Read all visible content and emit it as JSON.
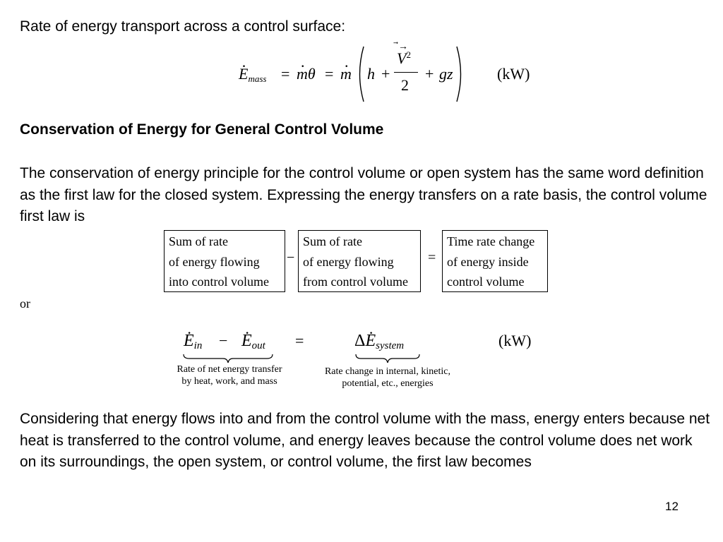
{
  "slide": {
    "line1": "Rate of energy transport across a control surface:",
    "eq1": {
      "E": "E",
      "E_sub": "mass",
      "eq": "=",
      "m": "m",
      "theta": "θ",
      "h": "h",
      "plus1": "+",
      "V": "V",
      "V_exp": "2",
      "two": "2",
      "plus2": "+",
      "gz": "gz",
      "unit": "(kW)"
    },
    "heading": "Conservation of Energy for General Control Volume",
    "paragraph1": "The conservation of energy principle for the control volume or open system has the same word definition as the first law for the closed system.  Expressing the energy transfers on a rate basis, the control volume first law is",
    "word_eq": {
      "b1": [
        "Sum of rate",
        "of energy flowing",
        "into control volume"
      ],
      "minus": "−",
      "b2": [
        "Sum of rate",
        "of energy flowing",
        "from control volume"
      ],
      "equals": "=",
      "b3": [
        "Time rate change",
        "of energy inside",
        "control volume"
      ]
    },
    "or": "or",
    "eq2": {
      "E_in": "E",
      "in_sub": "in",
      "minus": "−",
      "E_out": "E",
      "out_sub": "out",
      "equals": "=",
      "delta": "Δ",
      "E_sys": "E",
      "sys_sub": "system",
      "unit": "(kW)",
      "note_left_1": "Rate of net energy transfer",
      "note_left_2": "by heat, work, and mass",
      "note_right_1": "Rate change in internal, kinetic,",
      "note_right_2": "potential, etc., energies"
    },
    "paragraph2": "Considering that energy flows into and from the control volume with the mass, energy enters because net heat is transferred to the control volume, and energy leaves because the control volume does net work on its surroundings, the open system, or control volume, the first law becomes",
    "page_number": "12"
  }
}
